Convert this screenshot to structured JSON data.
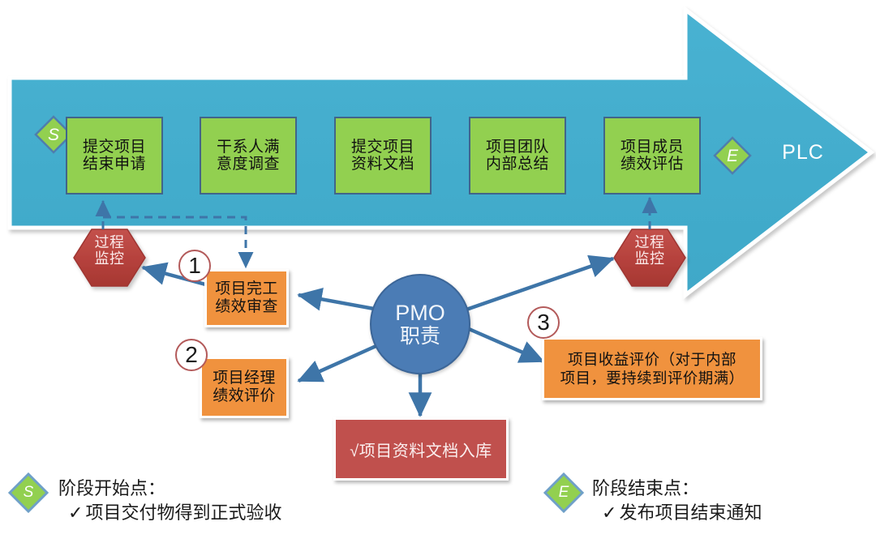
{
  "diagram": {
    "title_band": "PLC",
    "phase_arrow": {
      "start_marker": "S",
      "end_marker": "E",
      "label": "PLC",
      "color": "#45AECE"
    },
    "phase_steps": [
      {
        "id": "step-1",
        "line1": "提交项目",
        "line2": "结束申请"
      },
      {
        "id": "step-2",
        "line1": "干系人满",
        "line2": "意度调查"
      },
      {
        "id": "step-3",
        "line1": "提交项目",
        "line2": "资料文档"
      },
      {
        "id": "step-4",
        "line1": "项目团队",
        "line2": "内部总结"
      },
      {
        "id": "step-5",
        "line1": "项目成员",
        "line2": "绩效评估"
      }
    ],
    "monitor_hexes": [
      {
        "id": "monitor-left",
        "line1": "过程",
        "line2": "监控"
      },
      {
        "id": "monitor-right",
        "line1": "过程",
        "line2": "监控"
      }
    ],
    "pmo": {
      "line1": "PMO",
      "line2": "职责",
      "color": "#4B7CB5"
    },
    "pmo_tasks": [
      {
        "id": "task-1",
        "number": "1",
        "line1": "项目完工",
        "line2": "绩效审查",
        "color": "#F0923E"
      },
      {
        "id": "task-2",
        "number": "2",
        "line1": "项目经理",
        "line2": "绩效评价",
        "color": "#F0923E"
      },
      {
        "id": "task-3",
        "number": "3",
        "line1": "项目收益评价（对于内部",
        "line2": "项目，要持续到评价期满）",
        "color": "#F0923E"
      }
    ],
    "archive_box": {
      "id": "archive",
      "text": "√项目资料文档入库",
      "color": "#C0504D"
    },
    "legend": [
      {
        "id": "legend-start",
        "marker": "S",
        "title": "阶段开始点：",
        "check": "✓",
        "item": "项目交付物得到正式验收"
      },
      {
        "id": "legend-end",
        "marker": "E",
        "title": "阶段结束点：",
        "check": "✓",
        "item": "发布项目结束通知"
      }
    ]
  }
}
